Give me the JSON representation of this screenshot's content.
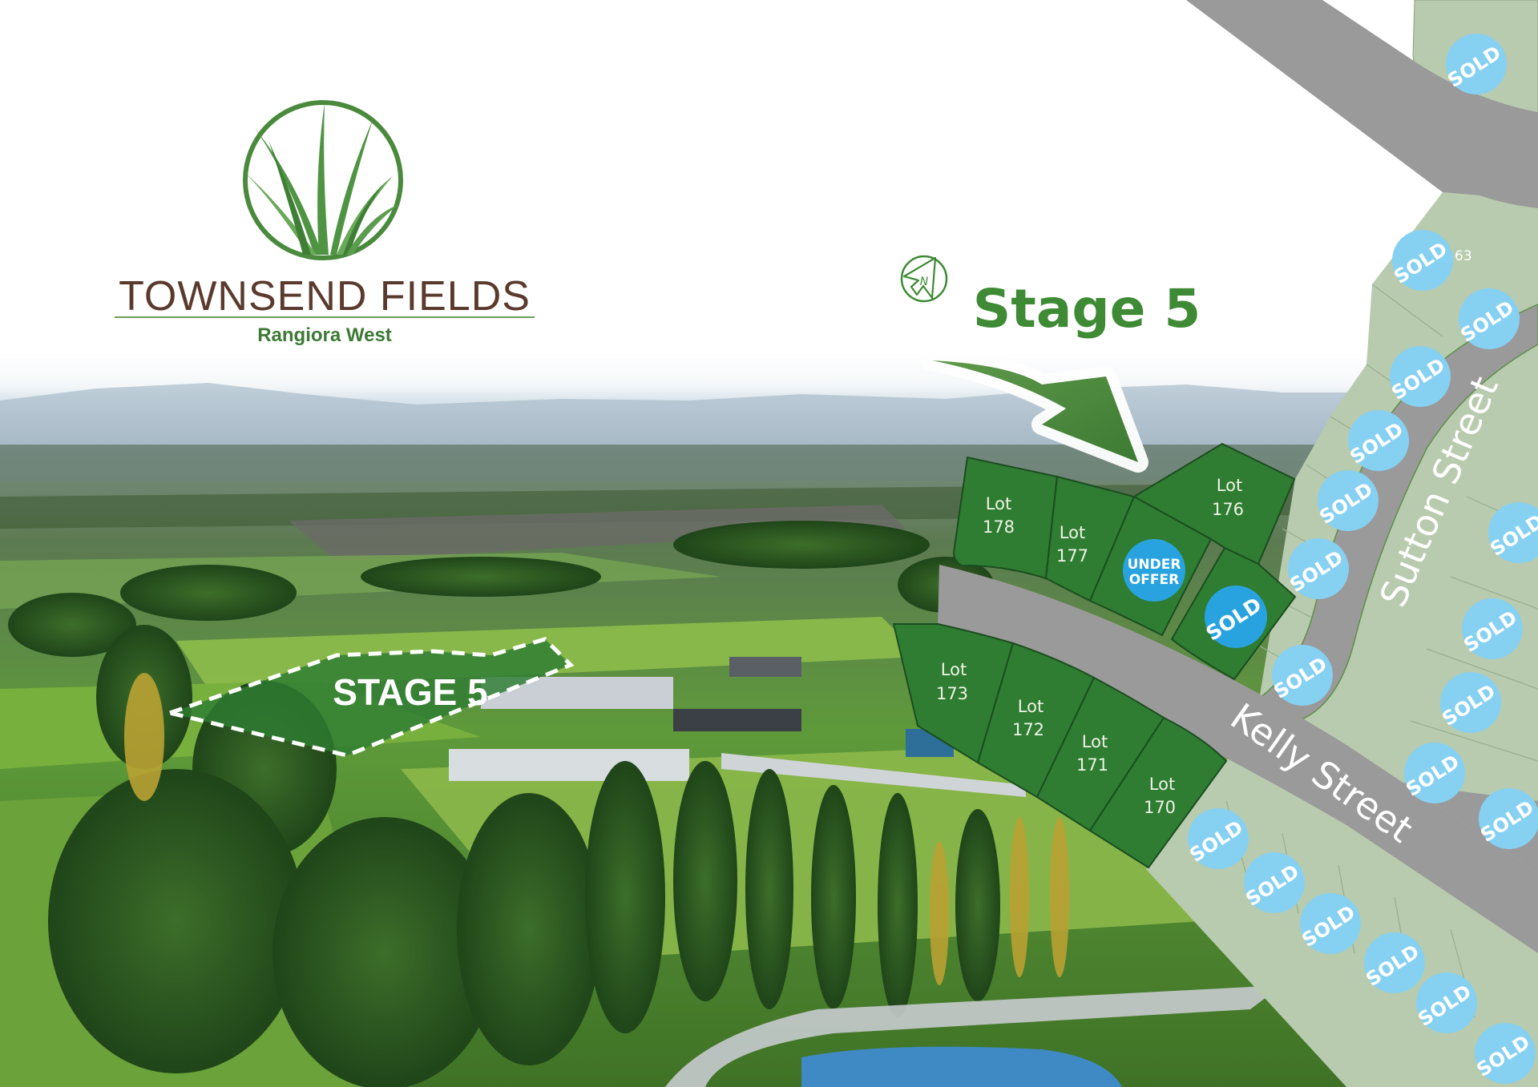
{
  "brand": {
    "name": "TOWNSEND FIELDS",
    "location": "Rangiora West",
    "title_color": "#5b3a2e",
    "accent_green": "#3e8a35"
  },
  "compass": {
    "label": "N"
  },
  "heading": {
    "text": "Stage 5"
  },
  "photo_overlay": {
    "label": "STAGE 5"
  },
  "streets": [
    {
      "name": "Kelly Street"
    },
    {
      "name": "Sutton Street"
    }
  ],
  "stage5_lots": [
    {
      "id": "lot-178",
      "label_line1": "Lot",
      "label_line2": "178",
      "status": "available"
    },
    {
      "id": "lot-177",
      "label_line1": "Lot",
      "label_line2": "177",
      "status": "available"
    },
    {
      "id": "lot-under-offer",
      "badge_line1": "UNDER",
      "badge_line2": "OFFER",
      "status": "under-offer"
    },
    {
      "id": "lot-176",
      "label_line1": "Lot",
      "label_line2": "176",
      "status": "available"
    },
    {
      "id": "lot-sold-stage5",
      "badge": "SOLD",
      "status": "sold"
    },
    {
      "id": "lot-173",
      "label_line1": "Lot",
      "label_line2": "173",
      "status": "available"
    },
    {
      "id": "lot-172",
      "label_line1": "Lot",
      "label_line2": "172",
      "status": "available"
    },
    {
      "id": "lot-171",
      "label_line1": "Lot",
      "label_line2": "171",
      "status": "available"
    },
    {
      "id": "lot-170",
      "label_line1": "Lot",
      "label_line2": "170",
      "status": "available"
    }
  ],
  "sold_badge_text": "SOLD",
  "partial_lot_number": "63",
  "legend_colors": {
    "available_lot": "#2e7d32",
    "sold_lot_bg": "#b8cbae",
    "sold_badge": "#86d0f2",
    "under_offer_badge": "#29a3e0",
    "road": "#9a9a9a"
  }
}
